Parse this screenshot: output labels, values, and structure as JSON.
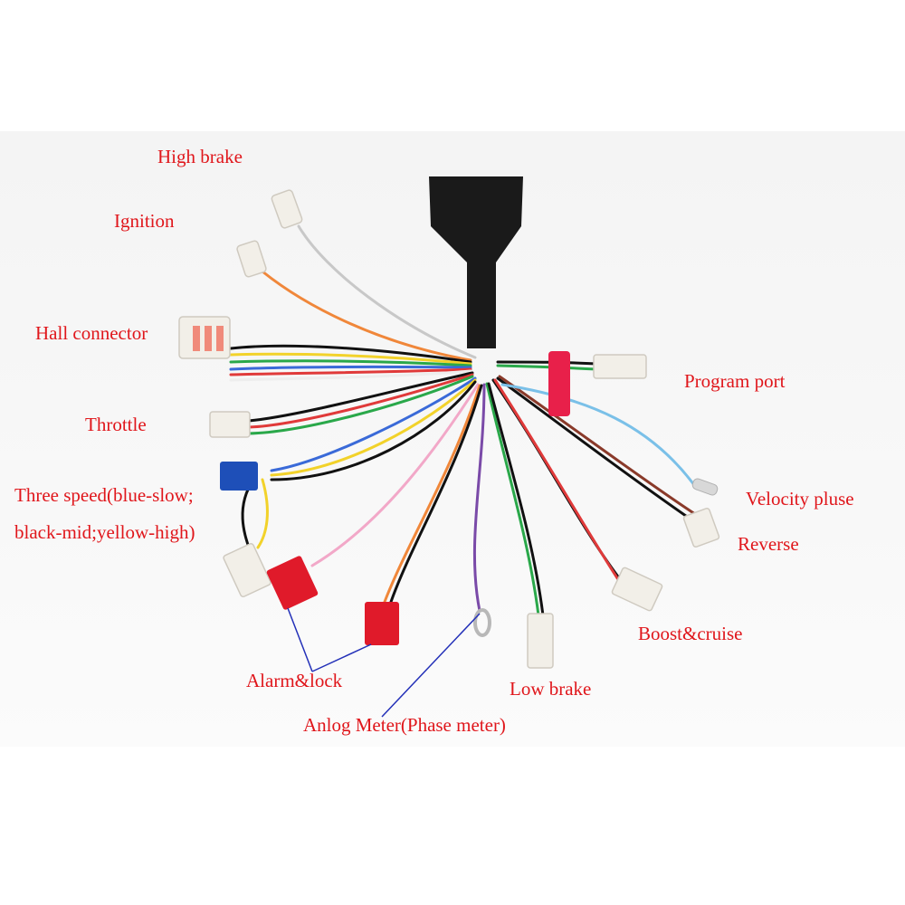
{
  "labels": {
    "high_brake": "High brake",
    "ignition": "Ignition",
    "hall_connector": "Hall connector",
    "throttle": "Throttle",
    "three_speed_line1": "Three speed(blue-slow;",
    "three_speed_line2": "black-mid;yellow-high)",
    "alarm_lock": "Alarm&lock",
    "analog_meter": "Anlog Meter(Phase meter)",
    "low_brake": "Low brake",
    "boost_cruise": "Boost&cruise",
    "reverse": "Reverse",
    "velocity_pulse": "Velocity pluse",
    "program_port": "Program port"
  },
  "colors": {
    "label_text": "#e0161b",
    "pointer_line": "#2330b8",
    "main_connector": "#1a1a1a",
    "red_connector": "#e01a2a",
    "blue_connector": "#1e4fb8",
    "white_connector": "#f2efe8"
  }
}
